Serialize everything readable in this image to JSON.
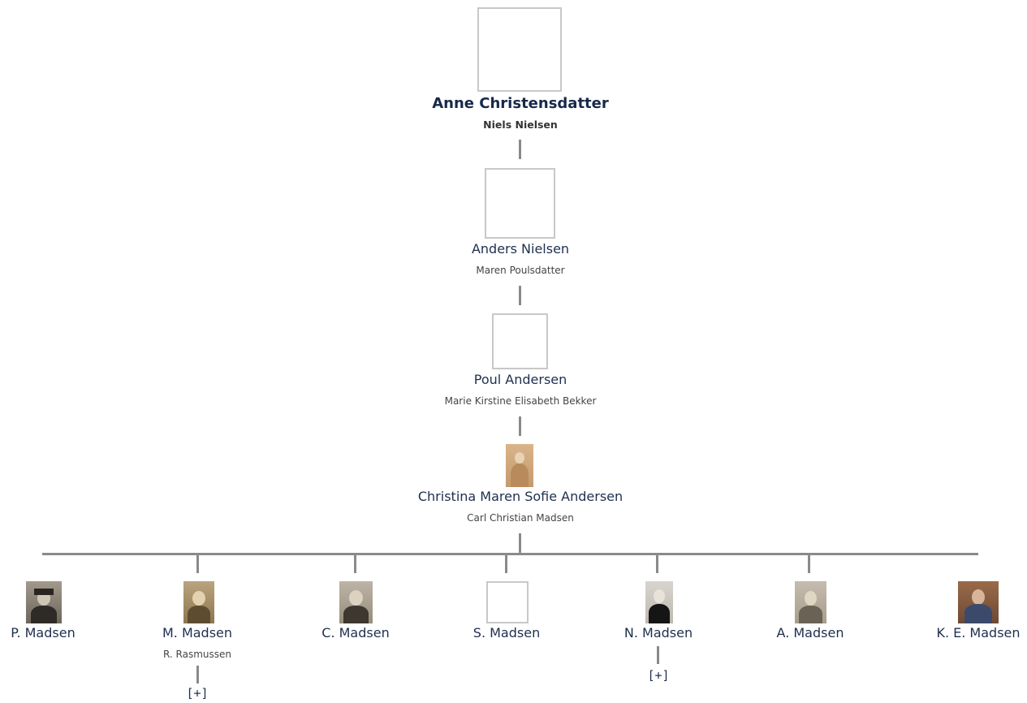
{
  "ancestors": [
    {
      "name": "Anne Christensdatter",
      "spouse": "Niels Nielsen",
      "photo": "placeholder"
    },
    {
      "name": "Anders Nielsen",
      "spouse": "Maren Poulsdatter",
      "photo": "placeholder"
    },
    {
      "name": "Poul Andersen",
      "spouse": "Marie Kirstine Elisabeth Bekker",
      "photo": "placeholder"
    },
    {
      "name": "Christina Maren Sofie Andersen",
      "spouse": "Carl Christian Madsen",
      "photo": "sepia-portrait"
    }
  ],
  "children": [
    {
      "name": "P. Madsen",
      "spouse": "",
      "expand": ""
    },
    {
      "name": "M. Madsen",
      "spouse": "R. Rasmussen",
      "expand": "[+]"
    },
    {
      "name": "C. Madsen",
      "spouse": "",
      "expand": ""
    },
    {
      "name": "S. Madsen",
      "spouse": "",
      "expand": ""
    },
    {
      "name": "N. Madsen",
      "spouse": "",
      "expand": "[+]"
    },
    {
      "name": "A. Madsen",
      "spouse": "",
      "expand": ""
    },
    {
      "name": "K. E. Madsen",
      "spouse": "",
      "expand": ""
    }
  ],
  "colors": {
    "link_text": "#1f2f4f",
    "connector": "#8a8a8a",
    "photo_border": "#c8c8c8"
  }
}
